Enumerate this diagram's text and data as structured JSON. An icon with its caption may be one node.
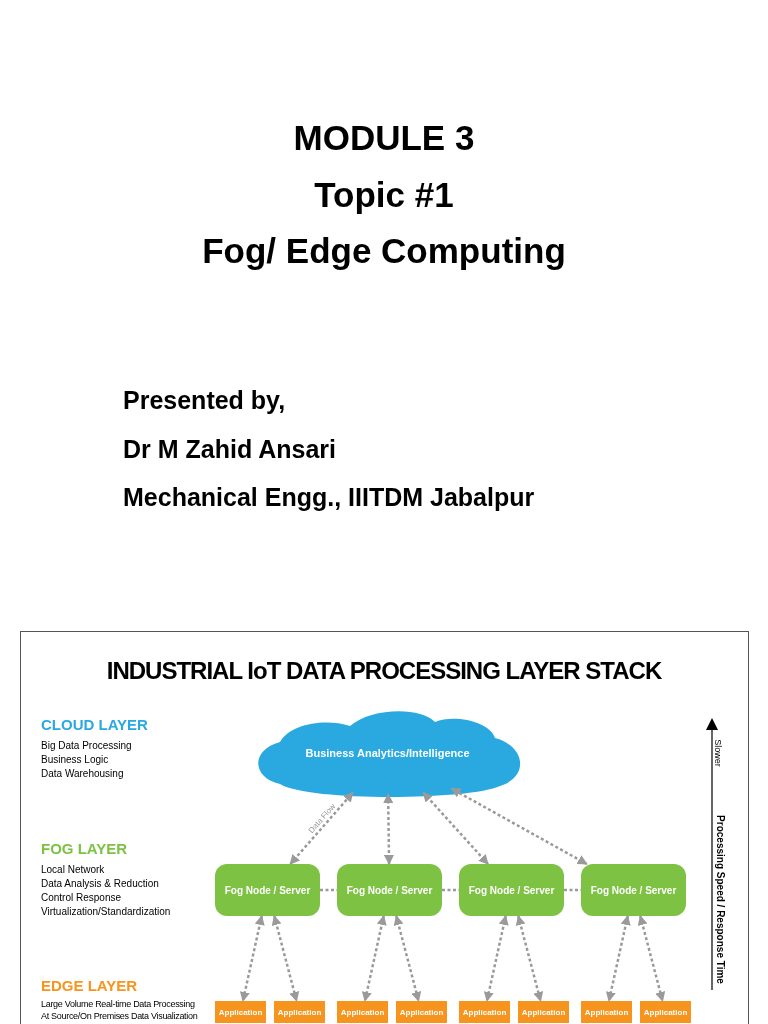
{
  "diagram": {
    "nodes": [
      {
        "text": [
          "Business Analytics/Intelligence"
        ]
      },
      {
        "text": [
          "Fog Node / Server"
        ]
      },
      {
        "text": [
          "Fog Node / Server"
        ]
      },
      {
        "text": [
          "Fog Node / Server"
        ]
      },
      {
        "text": [
          "Fog Node / Server"
        ]
      },
      {
        "text": [
          "Application"
        ]
      },
      {
        "text": [
          "Application"
        ]
      },
      {
        "text": [
          "Application"
        ]
      },
      {
        "text": [
          "Application"
        ]
      },
      {
        "text": [
          "Application"
        ]
      },
      {
        "text": [
          "Application"
        ]
      },
      {
        "text": [
          "Application"
        ]
      },
      {
        "text": [
          "Application"
        ]
      }
    ],
    "edges": [
      {
        "from": 1,
        "to": 0,
        "arrow": "both",
        "label": "Data Flow"
      },
      {
        "from": 2,
        "to": 0,
        "arrow": "both"
      },
      {
        "from": 3,
        "to": 0,
        "arrow": "both"
      },
      {
        "from": 4,
        "to": 0,
        "arrow": "both"
      },
      {
        "from": 1,
        "to": 2,
        "arrow": "none"
      },
      {
        "from": 2,
        "to": 3,
        "arrow": "none"
      },
      {
        "from": 3,
        "to": 4,
        "arrow": "none"
      },
      {
        "from": 1,
        "to": 5,
        "arrow": "both"
      },
      {
        "from": 1,
        "to": 6,
        "arrow": "both"
      },
      {
        "from": 2,
        "to": 7,
        "arrow": "both"
      },
      {
        "from": 2,
        "to": 8,
        "arrow": "both"
      },
      {
        "from": 3,
        "to": 9,
        "arrow": "both"
      },
      {
        "from": 3,
        "to": 10,
        "arrow": "both"
      },
      {
        "from": 4,
        "to": 11,
        "arrow": "both"
      },
      {
        "from": 4,
        "to": 12,
        "arrow": "both"
      }
    ],
    "labels": [
      "MODULE 3",
      "Topic #1",
      "Fog/ Edge Computing",
      "Presented by,",
      "Dr M Zahid Ansari",
      "Mechanical Engg., IIITDM Jabalpur",
      "INDUSTRIAL IoT DATA PROCESSING LAYER STACK",
      "CLOUD LAYER",
      "Big Data Processing",
      "Business Logic",
      "Data Warehousing",
      "Slower",
      "FOG LAYER",
      "Local Network",
      "Data Analysis & Reduction",
      "Control Response",
      "Virtualization/Standardization",
      "Processing Speed / Response Time",
      "EDGE LAYER",
      "Large Volume Real-time Data Processing",
      "At Source/On Premises Data Visualization"
    ]
  }
}
